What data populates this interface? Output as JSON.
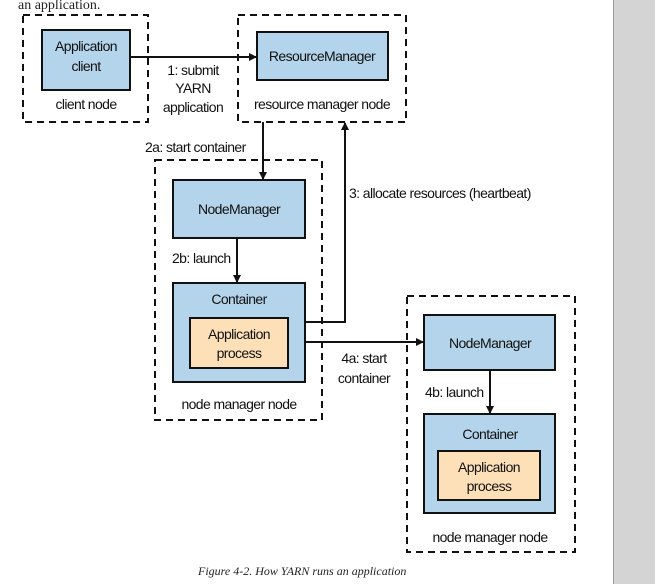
{
  "document": {
    "top_text": "an application.",
    "caption": "Figure 4-2. How YARN runs an application"
  },
  "colors": {
    "box_fill": "#b3d4ea",
    "process_fill": "#fde0b8",
    "side_panel": "#d4d4d4"
  },
  "diagram": {
    "client_node": {
      "label": "client node",
      "box": [
        "Application",
        "client"
      ]
    },
    "rm_node": {
      "label": "resource manager node",
      "box": "ResourceManager"
    },
    "nm_node_1": {
      "label": "node manager node",
      "nodemanager": "NodeManager",
      "container": "Container",
      "process": [
        "Application",
        "process"
      ]
    },
    "nm_node_2": {
      "label": "node manager node",
      "nodemanager": "NodeManager",
      "container": "Container",
      "process": [
        "Application",
        "process"
      ]
    },
    "edges": {
      "submit": [
        "1: submit",
        "YARN",
        "application"
      ],
      "start_container_2a": "2a: start container",
      "launch_2b": "2b: launch",
      "allocate_3": "3: allocate resources (heartbeat)",
      "start_container_4a": [
        "4a: start",
        "container"
      ],
      "launch_4b": "4b: launch"
    }
  }
}
